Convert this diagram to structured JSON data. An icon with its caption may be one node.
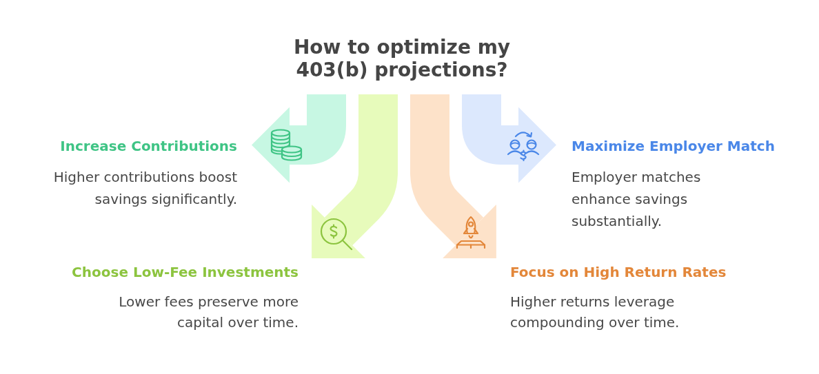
{
  "diagram": {
    "title": "How to optimize my 403(b) projections?",
    "nodes": [
      {
        "text": [
          "Increase Contributions",
          "Higher contributions boost savings significantly."
        ]
      },
      {
        "text": [
          "Maximize Employer Match",
          "Employer matches enhance savings substantially."
        ]
      },
      {
        "text": [
          "Choose Low-Fee Investments",
          "Lower fees preserve more capital over time."
        ]
      },
      {
        "text": [
          "Focus on High Return Rates",
          "Higher returns leverage compounding over time."
        ]
      }
    ],
    "edges": [
      {
        "from": null,
        "to": 0,
        "arrow": "to",
        "color": "#c7f7e3"
      },
      {
        "from": null,
        "to": 1,
        "arrow": "to",
        "color": "#dce8fd"
      },
      {
        "from": null,
        "to": 2,
        "arrow": "to",
        "color": "#e7fbbb"
      },
      {
        "from": null,
        "to": 3,
        "arrow": "to",
        "color": "#fde2c9"
      }
    ]
  }
}
